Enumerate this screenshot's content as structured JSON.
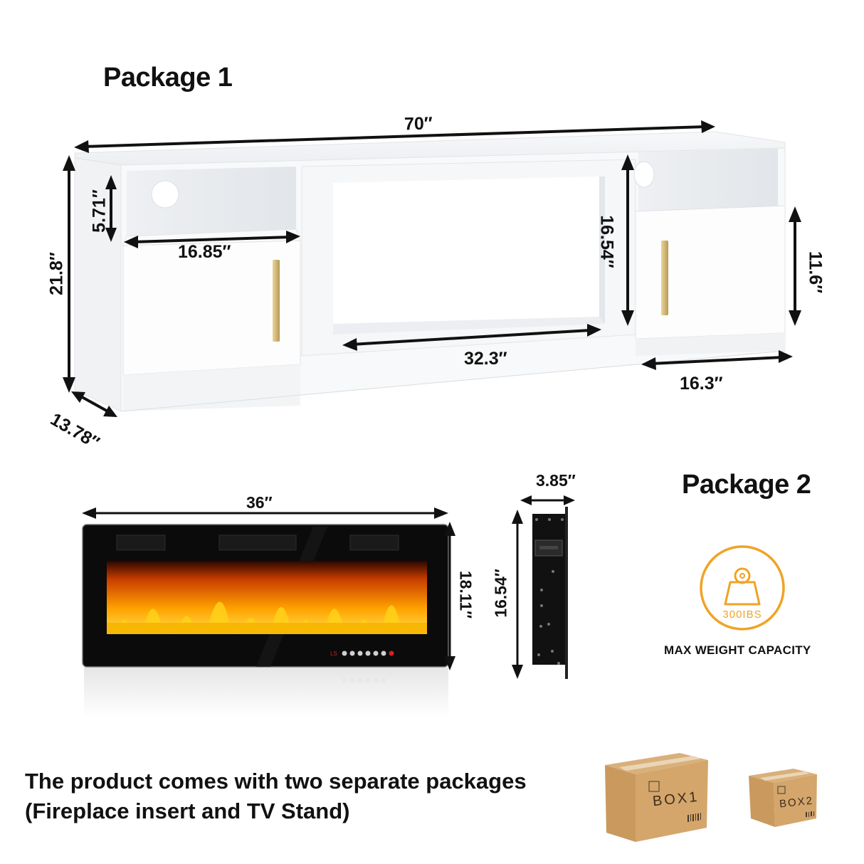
{
  "package1": {
    "title": "Package 1",
    "product": "White TV stand with two cabinets, open storage cubbies and central fireplace opening",
    "dimensions": {
      "width": "70″",
      "height": "21.8″",
      "depth": "13.78″",
      "cubby_height": "5.71″",
      "cabinet_width_left": "16.85″",
      "fireplace_opening_height": "16.54″",
      "fireplace_opening_width": "32.3″",
      "cabinet_door_height": "11.6″",
      "cabinet_width_right": "16.3″"
    },
    "colors": {
      "body": "#f4f5f7",
      "shadow": "#dfe2e6",
      "handle": "#d2b877"
    }
  },
  "package2": {
    "title": "Package 2",
    "product": "Electric fireplace insert",
    "dimensions": {
      "width": "36″",
      "height": "18.11″",
      "side_height": "16.54″",
      "depth": "3.85″"
    },
    "control_panel": {
      "display": "LS",
      "button_count": 7
    },
    "colors": {
      "frame": "#0b0b0b",
      "flame_core": "#ffd21a",
      "flame_mid": "#ff8a00",
      "flame_dark": "#8a1d00"
    }
  },
  "weight_badge": {
    "icon": "weight-icon",
    "value": "300IBS",
    "label": "MAX WEIGHT CAPACITY",
    "color": "#f0a326"
  },
  "caption": {
    "line1": "The product comes with two separate packages",
    "line2": "(Fireplace insert and TV Stand)"
  },
  "boxes": [
    {
      "label": "BOX1",
      "icon": "cardboard-box-icon"
    },
    {
      "label": "BOX2",
      "icon": "cardboard-box-icon"
    }
  ]
}
